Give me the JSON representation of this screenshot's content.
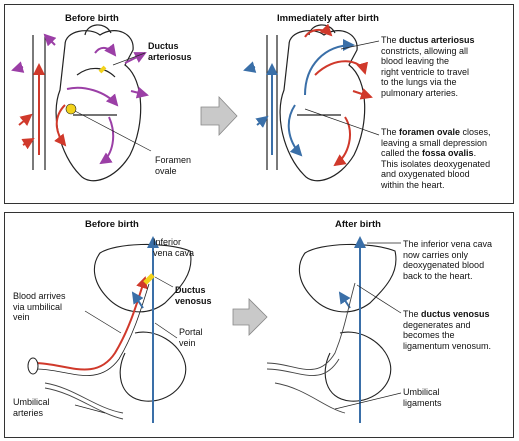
{
  "top": {
    "before_title": "Before birth",
    "after_title": "Immediately after birth",
    "ductus_label": "Ductus\narteriosus",
    "foramen_label": "Foramen\novale",
    "ductus_note": {
      "pre": "The ",
      "term": "ductus arteriosus",
      "post": "\nconstricts, allowing all\nblood leaving the\nright ventricle to travel\nto the lungs via the\npulmonary arteries."
    },
    "foramen_note": {
      "pre": "The ",
      "term": "foramen ovale",
      "mid": " closes,\nleaving a small depression\ncalled the ",
      "term2": "fossa ovalis",
      "post": ".\nThis isolates deoxygenated\nand oxygenated blood\nwithin the heart."
    }
  },
  "bottom": {
    "before_title": "Before birth",
    "after_title": "After birth",
    "ivc_label": "Inferior\nvena cava",
    "dv_label": "Ductus\nvenosus",
    "portal_label": "Portal\nvein",
    "umb_vein_label": "Blood arrives\nvia umbilical\nvein",
    "umb_art_label": "Umbilical\narteries",
    "ivc_note": "The inferior vena cava\nnow carries only\ndeoxygenated blood\nback to the heart.",
    "dv_note": {
      "pre": "The ",
      "term": "ductus venosus",
      "post": "\ndegenerates and\nbecomes the\nligamentum venosum."
    },
    "lig_label": "Umbilical\nligaments"
  },
  "colors": {
    "oxygenated": "#d0392b",
    "deoxygenated": "#3a6fa8",
    "mixed": "#9b3fa6",
    "shunt_highlight": "#f2d21b",
    "arrow_fill": "#c9c9c9"
  },
  "icons": [
    "process-arrow-icon"
  ]
}
